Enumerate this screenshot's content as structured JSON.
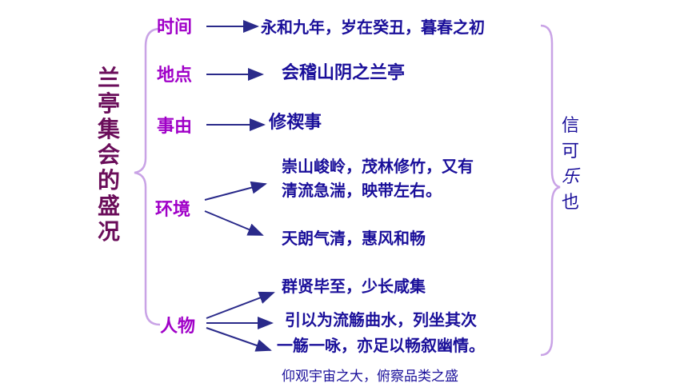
{
  "title_chars": [
    "兰",
    "亭",
    "集",
    "会",
    "的",
    "盛",
    "况"
  ],
  "categories": {
    "time": "时间",
    "place": "地点",
    "event": "事由",
    "environment": "环境",
    "people": "人物"
  },
  "items": {
    "time": "永和九年，岁在癸丑，暮春之初",
    "place": "会稽山阴之兰亭",
    "event": "修禊事",
    "env_1_line1": "崇山峻岭，茂林修竹，又有",
    "env_1_line2": "清流急湍，映带左右。",
    "env_2": "天朗气清，惠风和畅",
    "people_1": "群贤毕至，少长咸集",
    "people_2_line1": "引以为流觞曲水，列坐其次",
    "people_2_line2": "一觞一咏，亦足以畅叙幽情。"
  },
  "footer": "仰观宇宙之大，俯察品类之盛",
  "right_chars": [
    "信",
    "可",
    "乐",
    "也"
  ],
  "colors": {
    "title": "#6a0d5a",
    "category": "#a000c8",
    "text": "#1a0f9a",
    "bracket": "#c9a3e6",
    "arrow": "#2a2a8a"
  }
}
